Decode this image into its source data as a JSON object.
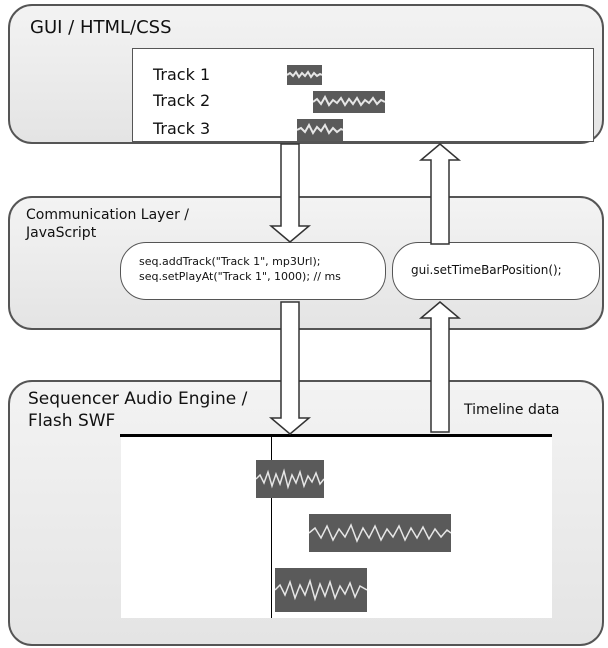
{
  "gui_layer": {
    "title": "GUI / HTML/CSS",
    "tracks": [
      {
        "label": "Track 1"
      },
      {
        "label": "Track 2"
      },
      {
        "label": "Track 3"
      }
    ]
  },
  "communication_layer": {
    "title_line1": "Communication Layer /",
    "title_line2": "JavaScript",
    "call_to_engine_line1": "seq.addTrack(\"Track 1\", mp3Url);",
    "call_to_engine_line2": "seq.setPlayAt(\"Track 1\", 1000); // ms",
    "call_to_gui": "gui.setTimeBarPosition();"
  },
  "engine_layer": {
    "title_line1": "Sequencer Audio Engine /",
    "title_line2": "Flash SWF",
    "timeline_label": "Timeline data"
  },
  "colors": {
    "layer_border": "#555555",
    "wave_block": "#5a5a5a",
    "wave_light": "#e6e6e6"
  }
}
